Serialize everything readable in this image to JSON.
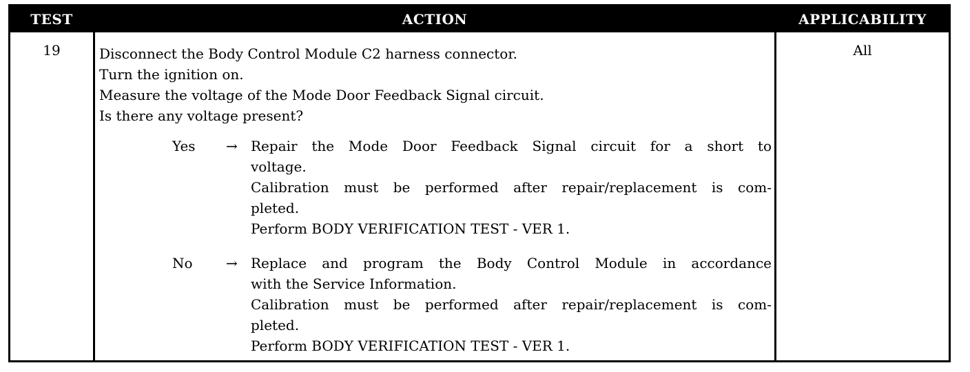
{
  "header": {
    "test": "TEST",
    "action": "ACTION",
    "applicability": "APPLICABILITY"
  },
  "row": {
    "test_number": "19",
    "applicability": "All",
    "steps": [
      "Disconnect the Body Control Module C2 harness connector.",
      "Turn the ignition on.",
      "Measure the voltage of the Mode Door Feedback Signal circuit.",
      "Is there any voltage present?"
    ],
    "yes": {
      "label": "Yes",
      "arrow": "→",
      "lines": [
        "Repair the Mode Door Feedback Signal circuit for a short to",
        "voltage.",
        "Calibration must be performed after repair/replacement is com-",
        "pleted.",
        "Perform BODY VERIFICATION TEST - VER 1."
      ]
    },
    "no": {
      "label": "No",
      "arrow": "→",
      "lines": [
        "Replace and program the Body Control Module in accordance",
        "with the Service Information.",
        "Calibration must be performed after repair/replacement is com-",
        "pleted.",
        "Perform BODY VERIFICATION TEST - VER 1."
      ]
    }
  }
}
